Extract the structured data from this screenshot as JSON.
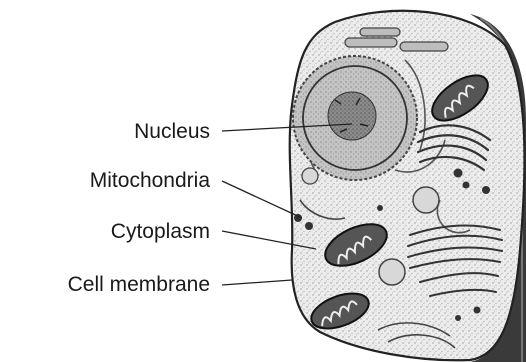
{
  "labels": {
    "nucleus": "Nucleus",
    "mitochondria": "Mitochondria",
    "cytoplasm": "Cytoplasm",
    "cell_membrane": "Cell membrane"
  },
  "colors": {
    "ink": "#222222",
    "shadow": "#3a3a3a",
    "cytoplasm": "#e6e6e6",
    "nucleus": "#a8a8a8",
    "organelle": "#9a9a9a"
  }
}
